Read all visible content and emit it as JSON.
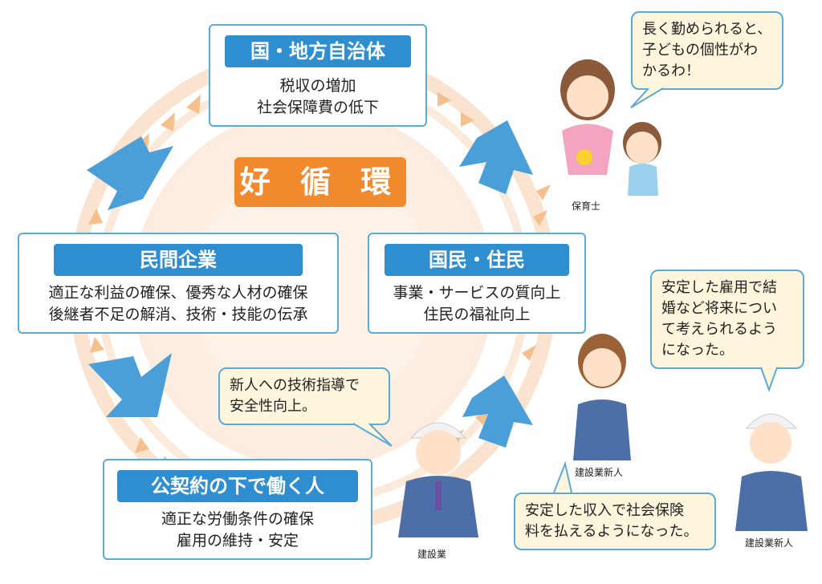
{
  "center_label": "好 循 環",
  "nodes": {
    "government": {
      "title": "国・地方自治体",
      "lines": [
        "税収の増加",
        "社会保障費の低下"
      ]
    },
    "private": {
      "title": "民間企業",
      "lines": [
        "適正な利益の確保、優秀な人材の確保",
        "後継者不足の解消、技術・技能の伝承"
      ]
    },
    "citizens": {
      "title": "国民・住民",
      "lines": [
        "事業・サービスの質向上",
        "住民の福祉向上"
      ]
    },
    "workers": {
      "title": "公契約の下で働く人",
      "lines": [
        "適正な労働条件の確保",
        "雇用の維持・安定"
      ]
    }
  },
  "bubbles": {
    "nursery": [
      "長く勤められると、",
      "子どもの個性がわ",
      "かるわ！"
    ],
    "senior": [
      "新人への技術指導で",
      "安全性向上。"
    ],
    "new_female": [
      "安定した収入で社会保険",
      "料を払えるようになった。"
    ],
    "new_male": [
      "安定した雇用で結",
      "婚など将来につい",
      "て考えられるよう",
      "になった。"
    ]
  },
  "captions": {
    "nursery": "保育士",
    "senior": "建設業",
    "new_female": "建設業新人",
    "new_male": "建設業新人"
  },
  "colors": {
    "accent_orange": "#f08a2c",
    "title_blue": "#2f8ed0",
    "border_blue": "#5aaad8",
    "bubble_bg": "#fdf6dc",
    "ring": "#f7d9be"
  }
}
